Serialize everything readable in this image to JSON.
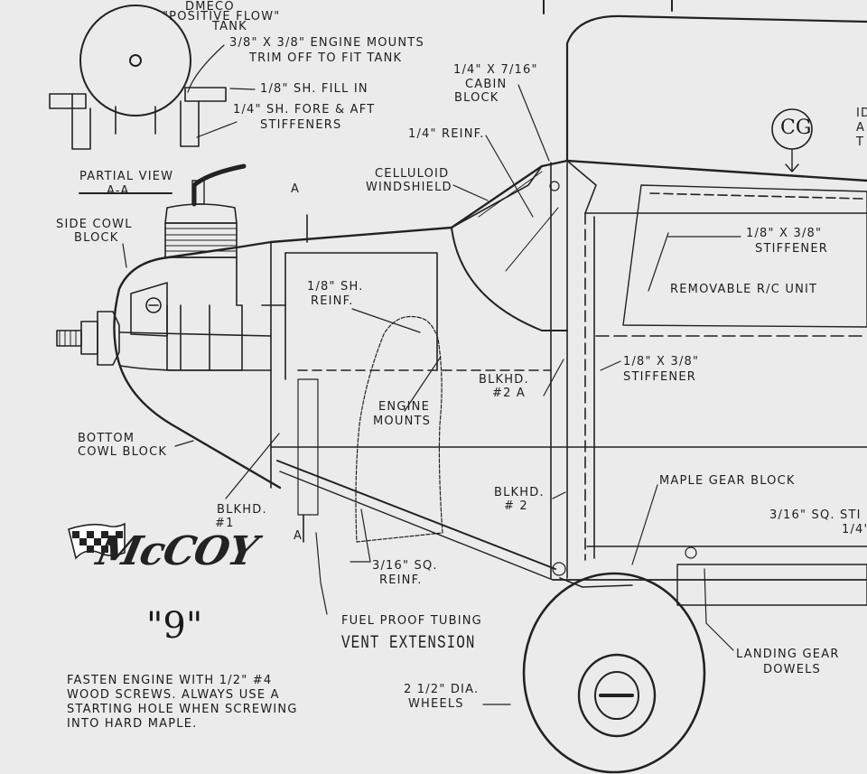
{
  "labels": {
    "tank_brand": "DMECO",
    "tank_name": "\"POSITIVE FLOW\"",
    "tank_word": "TANK",
    "engine_mounts_1": "3/8\" X 3/8\" ENGINE MOUNTS",
    "engine_mounts_2": "TRIM OFF TO FIT TANK",
    "fill_in": "1/8\" SH. FILL IN",
    "stiffeners_1": "1/4\" SH. FORE & AFT",
    "stiffeners_2": "STIFFENERS",
    "partial_view_1": "PARTIAL VIEW",
    "partial_view_2": "A-A",
    "cabin_block_1": "1/4\" X 7/16\"",
    "cabin_block_2": "CABIN",
    "cabin_block_3": "BLOCK",
    "reinf_quarter": "1/4\" REINF.",
    "windshield_1": "CELLULOID",
    "windshield_2": "WINDSHIELD",
    "cg_mark": "CG",
    "edge_text_1": "ID",
    "edge_text_2": "A",
    "edge_text_3": "T",
    "side_cowl_1": "SIDE COWL",
    "side_cowl_2": "BLOCK",
    "section_a_top": "A",
    "section_a_bottom": "A",
    "sh_reinf_1": "1/8\" SH.",
    "sh_reinf_2": "REINF.",
    "stiffener_top_1": "1/8\" X 3/8\"",
    "stiffener_top_2": "STIFFENER",
    "removable_rc": "REMOVABLE R/C UNIT",
    "engine_mounts_label_1": "ENGINE",
    "engine_mounts_label_2": "MOUNTS",
    "blkhd_2a_1": "BLKHD.",
    "blkhd_2a_2": "#2 A",
    "stiffener_mid_1": "1/8\" X 3/8\"",
    "stiffener_mid_2": "STIFFENER",
    "bottom_cowl_1": "BOTTOM",
    "bottom_cowl_2": "COWL BLOCK",
    "blkhd_2_1": "BLKHD.",
    "blkhd_2_2": "# 2",
    "maple_gear": "MAPLE GEAR BLOCK",
    "sq_stiff_1": "3/16\" SQ. STI",
    "sq_stiff_2": "1/4\"",
    "blkhd_1_1": "BLKHD.",
    "blkhd_1_2": "#1",
    "sq_reinf_1": "3/16\" SQ.",
    "sq_reinf_2": "REINF.",
    "logo": "McCOY",
    "model_number": "\"9\"",
    "fuel_tubing": "FUEL PROOF TUBING",
    "vent_extension": "VENT EXTENSION",
    "landing_gear_1": "LANDING GEAR",
    "landing_gear_2": "DOWELS",
    "wheels_1": "2 1/2\" DIA.",
    "wheels_2": "WHEELS",
    "fasten_1": "FASTEN ENGINE WITH 1/2\" #4",
    "fasten_2": "WOOD SCREWS. ALWAYS USE A",
    "fasten_3": "STARTING HOLE WHEN SCREWING",
    "fasten_4": "INTO HARD MAPLE."
  },
  "colors": {
    "paper": "#ecebeb",
    "ink": "#1a1a1a",
    "logo_red": "#9a2f2f"
  }
}
